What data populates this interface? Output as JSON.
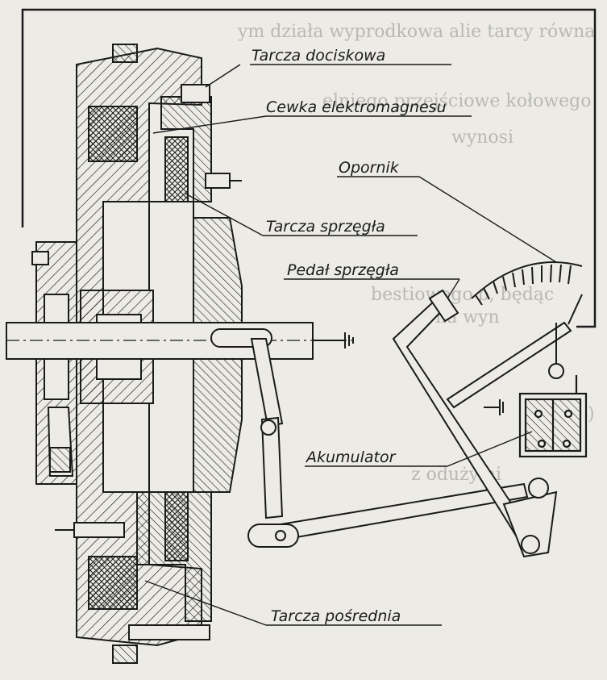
{
  "labels": {
    "pressure_disc": "Tarcza dociskowa",
    "electromagnet_coil": "Cewka elektromagnesu",
    "resistor": "Opornik",
    "clutch_disc": "Tarcza sprzęgła",
    "clutch_pedal": "Pedał sprzęgła",
    "battery": "Akumulator",
    "intermediate_disc": "Tarcza pośrednia"
  },
  "bleed_through": {
    "line1": "ym działa wyprodkowa alie tarcy równa",
    "line2": "elniego przejściowe kołowego",
    "line3": "wynosi",
    "line4": "bestiowego ρ, będąc",
    "line5": "na wyn",
    "line6": "z odużymi",
    "marker": "4)"
  },
  "colors": {
    "paper": "#ecebe6",
    "ink": "#1a1a1a",
    "bleed": "#b9b8b4"
  }
}
